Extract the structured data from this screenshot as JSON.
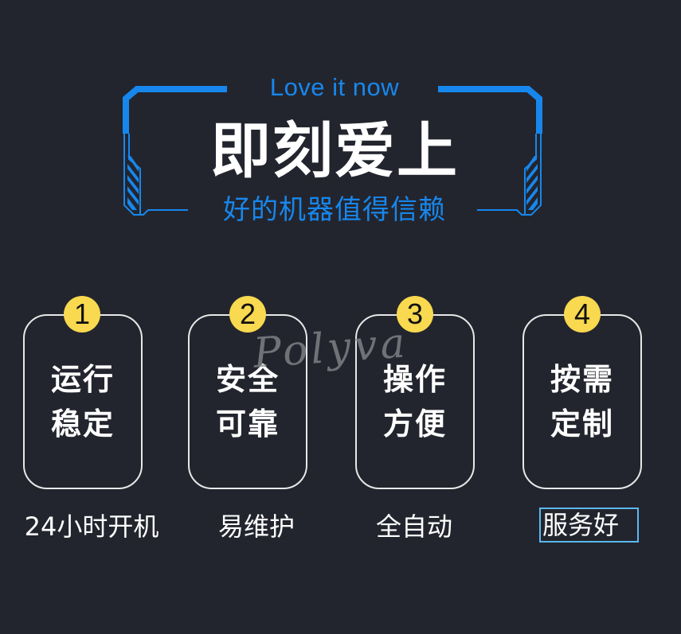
{
  "header": {
    "english_tagline": "Love it now",
    "title": "即刻爱上",
    "subtitle": "好的机器值得信赖",
    "accent_color": "#1787ed"
  },
  "features": [
    {
      "number": "1",
      "line1": "运行",
      "line2": "稳定",
      "caption": "24小时开机"
    },
    {
      "number": "2",
      "line1": "安全",
      "line2": "可靠",
      "caption": "易维护"
    },
    {
      "number": "3",
      "line1": "操作",
      "line2": "方便",
      "caption": "全自动"
    },
    {
      "number": "4",
      "line1": "按需",
      "line2": "定制",
      "caption": "服务好"
    }
  ],
  "watermark": "Polyva",
  "colors": {
    "background": "#23252e",
    "badge": "#f8d94f",
    "card_border": "#e8e8e8",
    "selection_outline": "#5bb8f0"
  }
}
